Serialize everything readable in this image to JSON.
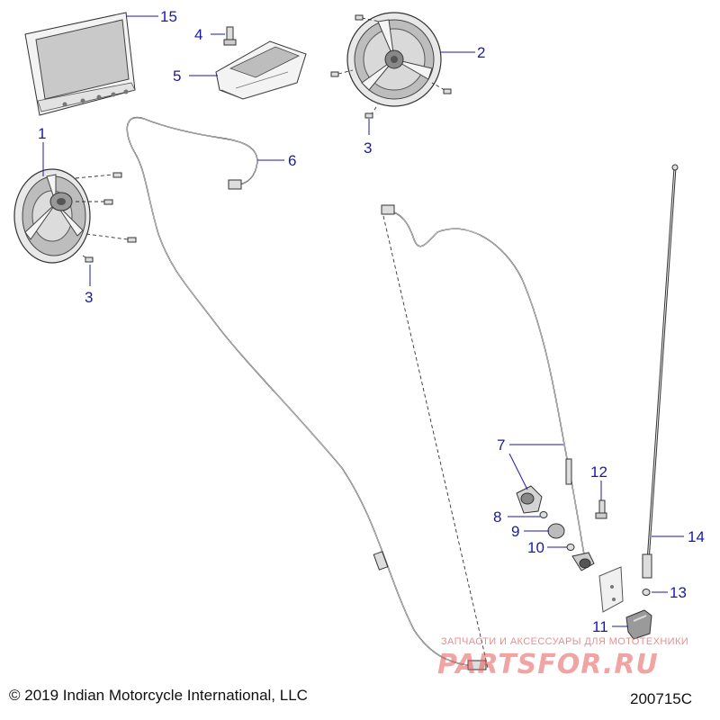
{
  "callouts": {
    "c1": "1",
    "c2": "2",
    "c3a": "3",
    "c3b": "3",
    "c4": "4",
    "c5": "5",
    "c6": "6",
    "c7": "7",
    "c8": "8",
    "c9": "9",
    "c10": "10",
    "c11": "11",
    "c12": "12",
    "c13": "13",
    "c14": "14",
    "c15": "15"
  },
  "footer": {
    "copyright": "© 2019 Indian Motorcycle International, LLC",
    "figure_id": "200715C"
  },
  "watermark": {
    "tagline": "ЗАПЧАСТИ И АКСЕССУАРЫ ДЛЯ МОТОТЕХНИКИ",
    "brand": "PARTSFOR.RU"
  },
  "colors": {
    "callout": "#1a1aa6",
    "watermark": "#e45a5a"
  }
}
